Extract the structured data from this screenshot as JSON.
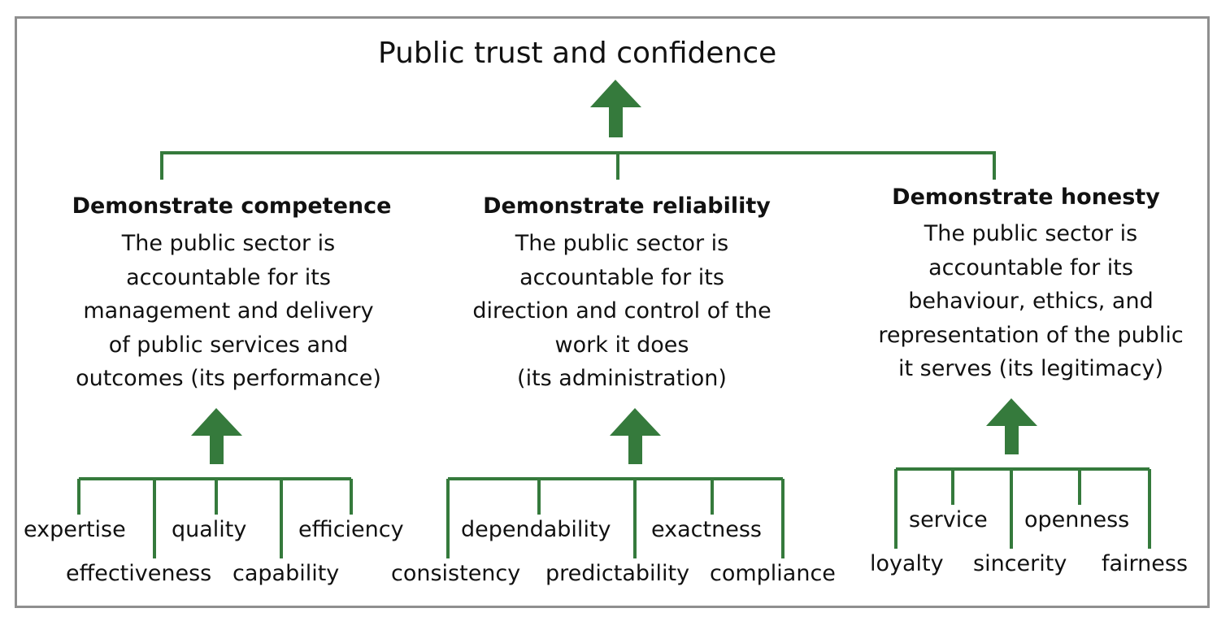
{
  "title": "Public trust and confidence",
  "colors": {
    "accent": "#357a3c",
    "frame": "#8f8f8f",
    "text": "#111111"
  },
  "columns": [
    {
      "heading": "Demonstrate competence",
      "description": [
        "The public sector is",
        "accountable for its",
        "management and delivery",
        "of public services and",
        "outcomes (its performance)"
      ],
      "attributes": [
        "expertise",
        "quality",
        "efficiency",
        "effectiveness",
        "capability"
      ]
    },
    {
      "heading": "Demonstrate reliability",
      "description": [
        "The public sector is",
        "accountable for its",
        "direction and control of the",
        "work it does",
        "(its administration)"
      ],
      "attributes": [
        "dependability",
        "exactness",
        "consistency",
        "predictability",
        "compliance"
      ]
    },
    {
      "heading": "Demonstrate honesty",
      "description": [
        "The public sector is",
        "accountable for its",
        "behaviour, ethics, and",
        "representation of the public",
        "it serves (its legitimacy)"
      ],
      "attributes": [
        "service",
        "openness",
        "loyalty",
        "sincerity",
        "fairness"
      ]
    }
  ]
}
